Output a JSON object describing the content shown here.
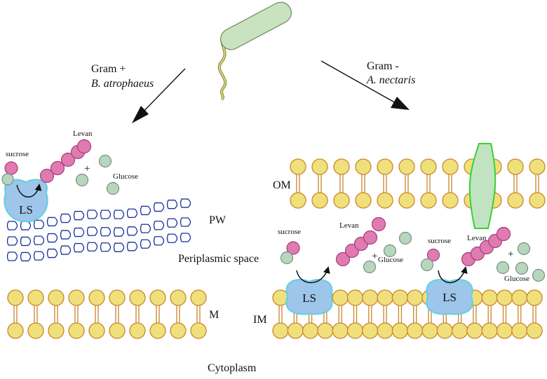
{
  "labels": {
    "gram_pos": "Gram +",
    "gram_pos_species": "B. atrophaeus",
    "gram_neg": "Gram -",
    "gram_neg_species": "A. nectaris",
    "sucrose": "sucrose",
    "levan": "Levan",
    "plus": "+",
    "glucose": "Glucose",
    "ls": "LS",
    "pw": "PW",
    "m": "M",
    "om": "OM",
    "im": "IM",
    "periplasm": "Periplasmic space",
    "cytoplasm": "Cytoplasm"
  },
  "colors": {
    "lipid_fill": "#efe07c",
    "lipid_stroke": "#c9862a",
    "pink_fill": "#e07bb2",
    "pink_stroke": "#a63d78",
    "grey_fill": "#b6d6bd",
    "grey_stroke": "#7a8f80",
    "ls_fill": "#9ec5ea",
    "ls_stroke": "#5fd2df",
    "pw_stroke": "#1b2f9e",
    "bacterium_fill": "#c9e3c1",
    "bacterium_stroke": "#6c8a5a",
    "flagellum": "#8e8a2d",
    "porin_fill": "#c1e3c1",
    "porin_stroke": "#37d231",
    "arrow": "#111111"
  },
  "icons": {
    "bacterium": "rod-bacterium-with-flagellum",
    "porin": "outer-membrane-porin",
    "enzyme": "levansucrase-blob"
  }
}
